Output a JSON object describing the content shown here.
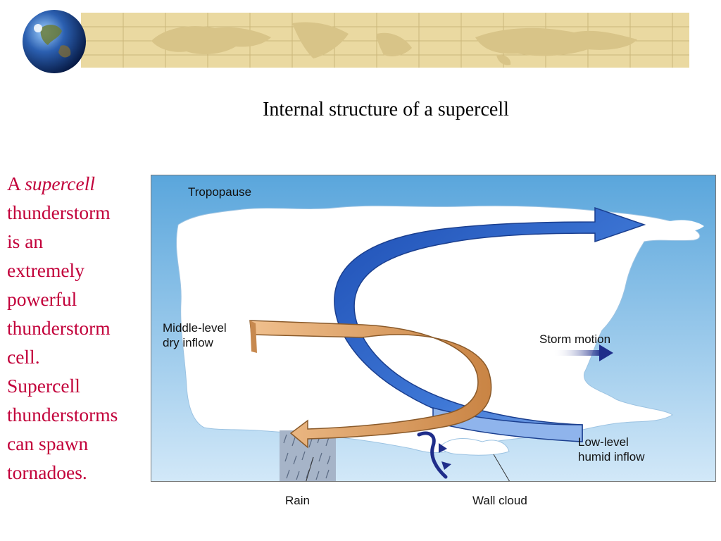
{
  "slide": {
    "title": "Internal structure of a supercell",
    "side_text": {
      "line1_prefix": "A ",
      "line1_italic": "supercell",
      "lines": [
        "thunderstorm",
        "is an",
        "extremely",
        "powerful",
        "thunderstorm",
        "cell.",
        "Supercell",
        "thunderstorms",
        "can spawn",
        "tornadoes."
      ]
    }
  },
  "diagram": {
    "labels": {
      "tropopause": "Tropopause",
      "middle_level_1": "Middle-level",
      "middle_level_2": "dry inflow",
      "storm_motion": "Storm motion",
      "low_level_1": "Low-level",
      "low_level_2": "humid inflow",
      "rain": "Rain",
      "wall_cloud": "Wall cloud"
    },
    "colors": {
      "sky_top": "#5aa6dc",
      "sky_bottom": "#cfe6f7",
      "cloud": "#ffffff",
      "humid_inflow": "#2f63c4",
      "dry_inflow": "#d99a5e",
      "storm_motion_arrow": "#1f2d8a",
      "side_text": "#c2003a",
      "banner": "#ead9a1"
    },
    "icons": [
      "globe-icon",
      "world-map-banner"
    ]
  }
}
